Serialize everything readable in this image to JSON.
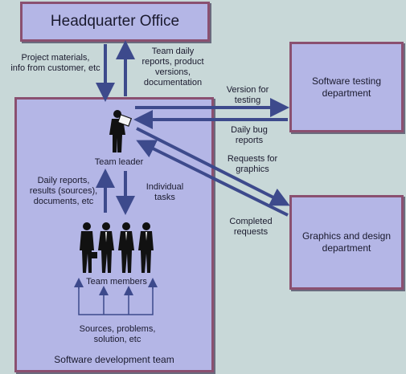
{
  "headquarter": {
    "title": "Headquarter Office"
  },
  "testing": {
    "title_line1": "Software testing",
    "title_line2": "department"
  },
  "graphics": {
    "title_line1": "Graphics and design",
    "title_line2": "department"
  },
  "team": {
    "title": "Software development team",
    "leader": "Team leader",
    "members": "Team members"
  },
  "labels": {
    "project_materials": [
      "Project materials,",
      "info from customer, etc"
    ],
    "team_daily_reports": [
      "Team daily",
      "reports, product",
      "versions,",
      "documentation"
    ],
    "version_for_testing": [
      "Version for",
      "testing"
    ],
    "daily_bug_reports": [
      "Daily bug",
      "reports"
    ],
    "requests_for_graphics": [
      "Requests for",
      "graphics"
    ],
    "completed_requests": [
      "Completed",
      "requests"
    ],
    "daily_reports_results": [
      "Daily reports,",
      "results (sources),",
      "documents, etc"
    ],
    "individual_tasks": [
      "Individual",
      "tasks"
    ],
    "sources_problems": [
      "Sources, problems,",
      "solution, etc"
    ]
  },
  "colors": {
    "arrow": "#3d4a8c",
    "box_fill": "#b4b6e6",
    "box_border": "#8a5070"
  }
}
